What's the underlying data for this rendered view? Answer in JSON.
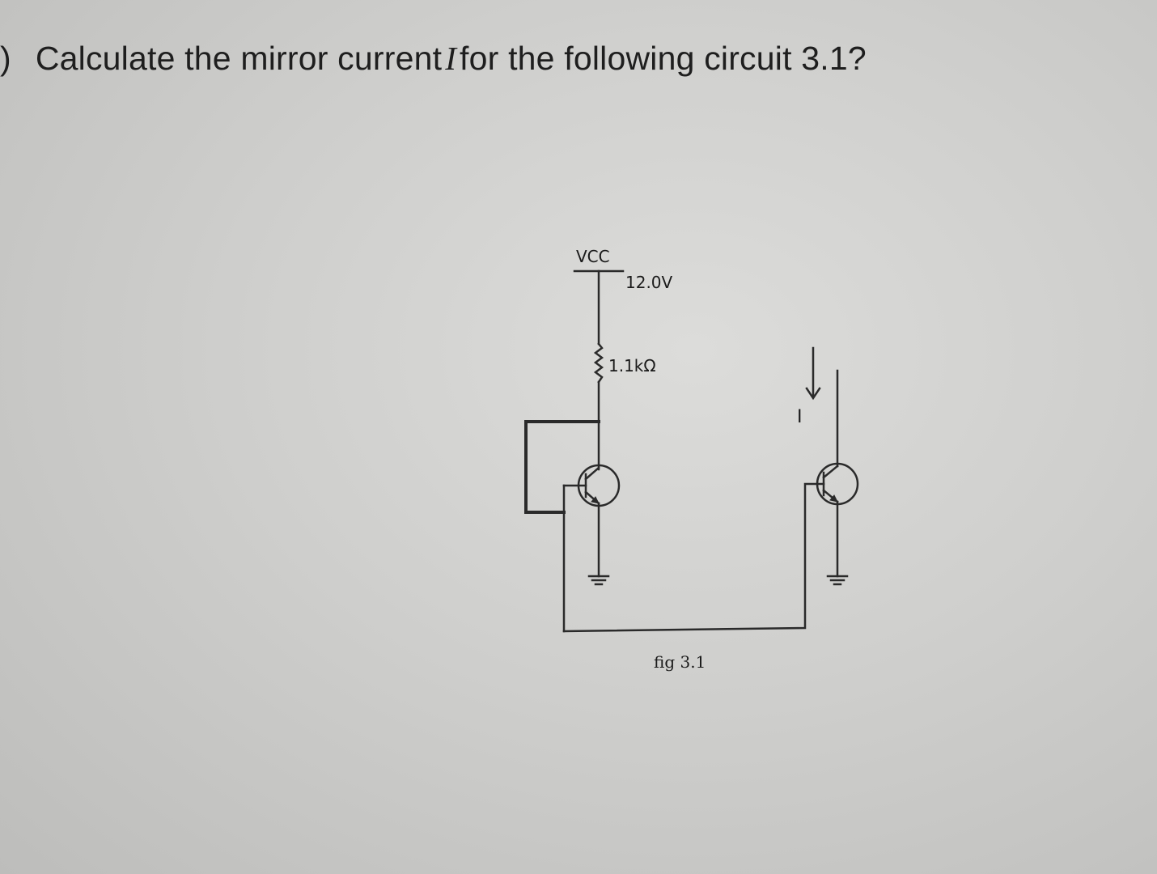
{
  "question": {
    "marker": ")",
    "text_before": "Calculate the mirror current",
    "variable": "I",
    "text_after": "for the following circuit 3.1?"
  },
  "circuit": {
    "supply_label": "VCC",
    "supply_voltage": "12.0V",
    "resistor_value": "1.1kΩ",
    "current_label": "I",
    "caption": "fig 3.1"
  }
}
